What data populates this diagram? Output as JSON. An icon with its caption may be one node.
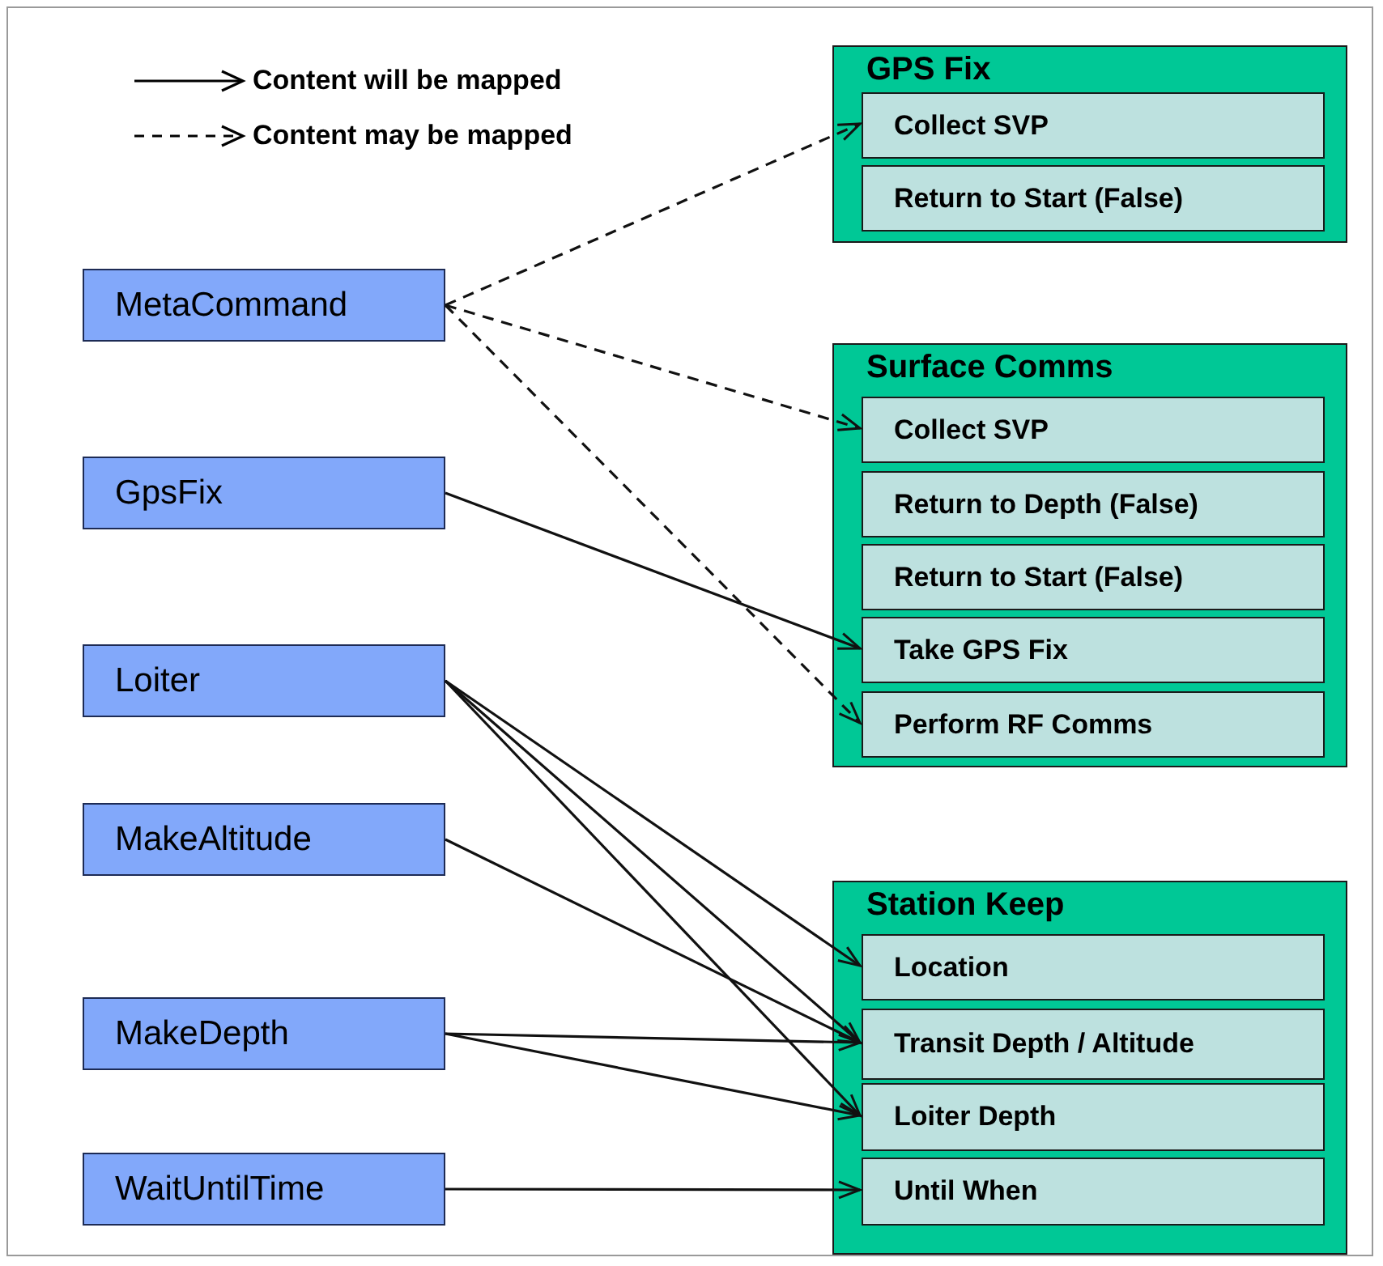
{
  "diagram": {
    "nodes": [
      {
        "text": [
          "MetaCommand"
        ]
      },
      {
        "text": [
          "GpsFix"
        ]
      },
      {
        "text": [
          "Loiter"
        ]
      },
      {
        "text": [
          "MakeAltitude"
        ]
      },
      {
        "text": [
          "MakeDepth"
        ]
      },
      {
        "text": [
          "WaitUntilTime"
        ]
      },
      {
        "text": [
          "GPS Fix"
        ]
      },
      {
        "text": [
          "Collect SVP"
        ],
        "in": 6
      },
      {
        "text": [
          "Return to Start (False)"
        ],
        "in": 6
      },
      {
        "text": [
          "Surface Comms"
        ]
      },
      {
        "text": [
          "Collect SVP"
        ],
        "in": 9
      },
      {
        "text": [
          "Return to Depth (False)"
        ],
        "in": 9
      },
      {
        "text": [
          "Return to Start (False)"
        ],
        "in": 9
      },
      {
        "text": [
          "Take GPS Fix"
        ],
        "in": 9
      },
      {
        "text": [
          "Perform RF Comms"
        ],
        "in": 9
      },
      {
        "text": [
          "Station Keep"
        ]
      },
      {
        "text": [
          "Location"
        ],
        "in": 15
      },
      {
        "text": [
          "Transit Depth / Altitude"
        ],
        "in": 15
      },
      {
        "text": [
          "Loiter Depth"
        ],
        "in": 15
      },
      {
        "text": [
          "Until When"
        ],
        "in": 15
      }
    ],
    "edges": [
      {
        "from": 0,
        "to": 7,
        "arrow": "to",
        "style": "dashed"
      },
      {
        "from": 0,
        "to": 10,
        "arrow": "to",
        "style": "dashed"
      },
      {
        "from": 0,
        "to": 14,
        "arrow": "to",
        "style": "dashed"
      },
      {
        "from": 1,
        "to": 13,
        "arrow": "to"
      },
      {
        "from": 2,
        "to": 16,
        "arrow": "to"
      },
      {
        "from": 2,
        "to": 17,
        "arrow": "to"
      },
      {
        "from": 2,
        "to": 18,
        "arrow": "to"
      },
      {
        "from": 3,
        "to": 17,
        "arrow": "to"
      },
      {
        "from": 4,
        "to": 17,
        "arrow": "to"
      },
      {
        "from": 4,
        "to": 18,
        "arrow": "to"
      },
      {
        "from": 5,
        "to": 19,
        "arrow": "to"
      }
    ],
    "legend": [
      {
        "text": "Content will be mapped"
      },
      {
        "text": "Content may be mapped"
      }
    ]
  }
}
